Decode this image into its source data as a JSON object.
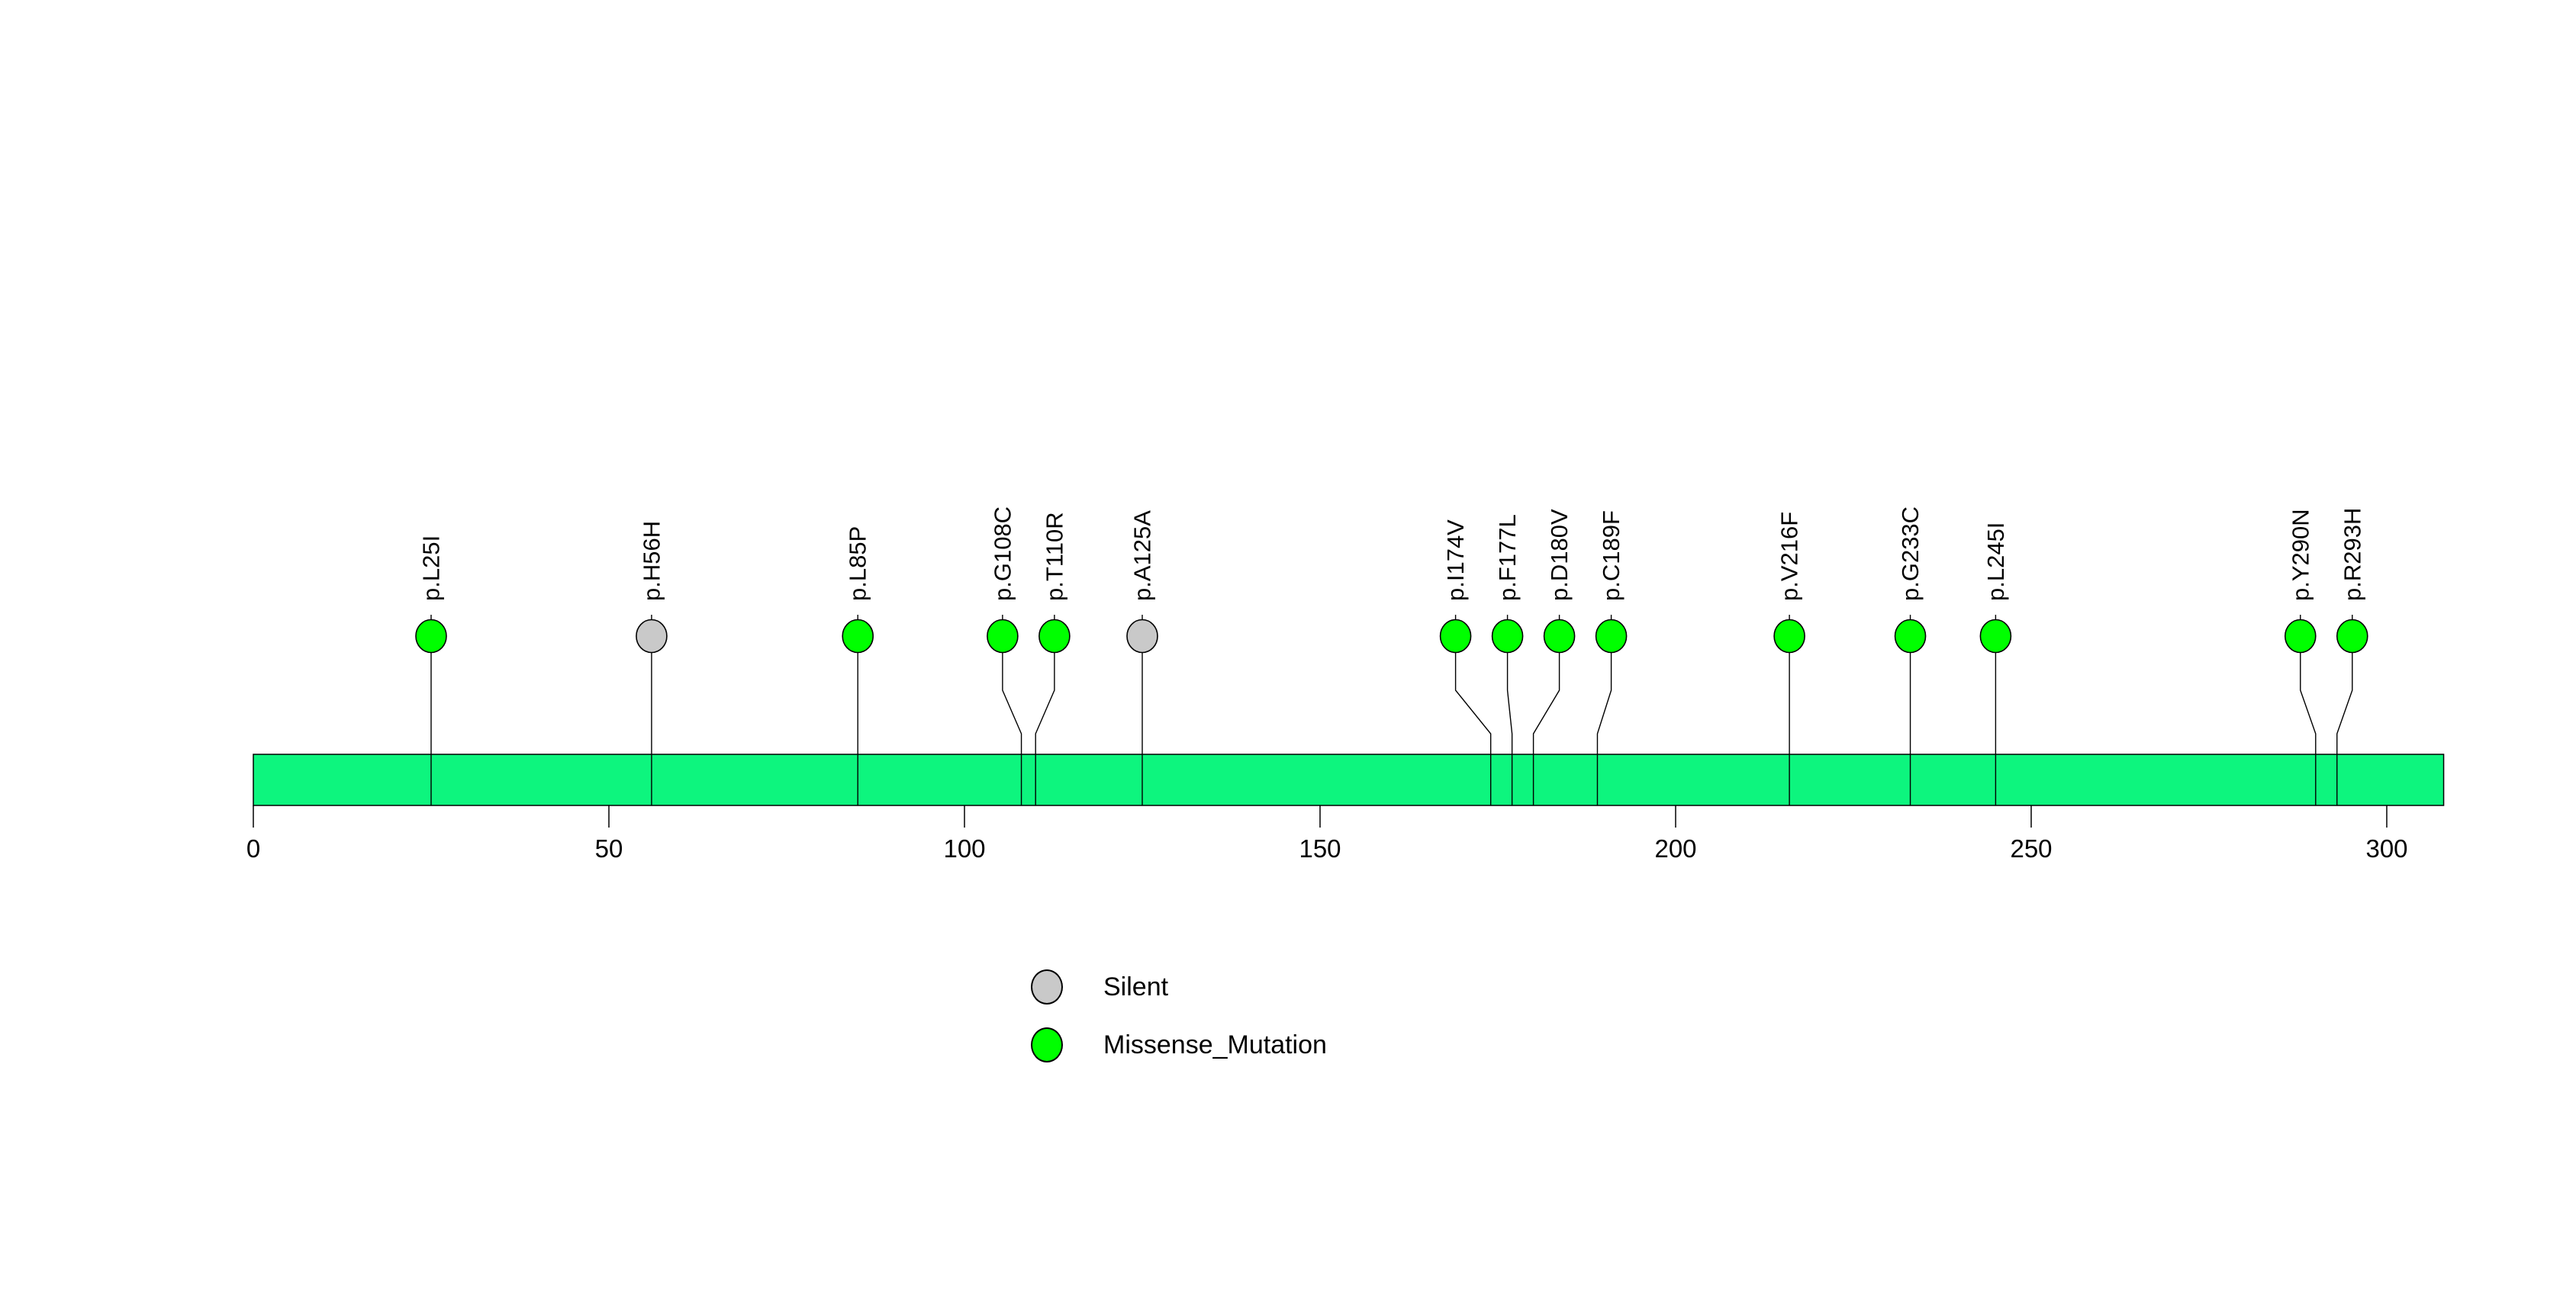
{
  "chart_data": {
    "type": "lollipop",
    "title": "",
    "xlabel": "",
    "ylabel": "",
    "protein_length_aa": 308,
    "xlim": [
      0,
      308
    ],
    "axis_ticks": [
      0,
      50,
      100,
      150,
      200,
      250,
      300
    ],
    "grid": false,
    "legend_position": "bottom-center",
    "mutations": [
      {
        "label": "p.L25I",
        "pos": 25,
        "type": "Missense_Mutation"
      },
      {
        "label": "p.H56H",
        "pos": 56,
        "type": "Silent"
      },
      {
        "label": "p.L85P",
        "pos": 85,
        "type": "Missense_Mutation"
      },
      {
        "label": "p.G108C",
        "pos": 108,
        "type": "Missense_Mutation"
      },
      {
        "label": "p.T110R",
        "pos": 110,
        "type": "Missense_Mutation"
      },
      {
        "label": "p.A125A",
        "pos": 125,
        "type": "Silent"
      },
      {
        "label": "p.I174V",
        "pos": 174,
        "type": "Missense_Mutation"
      },
      {
        "label": "p.F177L",
        "pos": 177,
        "type": "Missense_Mutation"
      },
      {
        "label": "p.D180V",
        "pos": 180,
        "type": "Missense_Mutation"
      },
      {
        "label": "p.C189F",
        "pos": 189,
        "type": "Missense_Mutation"
      },
      {
        "label": "p.V216F",
        "pos": 216,
        "type": "Missense_Mutation"
      },
      {
        "label": "p.G233C",
        "pos": 233,
        "type": "Missense_Mutation"
      },
      {
        "label": "p.L245I",
        "pos": 245,
        "type": "Missense_Mutation"
      },
      {
        "label": "p.Y290N",
        "pos": 290,
        "type": "Missense_Mutation"
      },
      {
        "label": "p.R293H",
        "pos": 293,
        "type": "Missense_Mutation"
      }
    ],
    "legend": [
      {
        "label": "Silent",
        "color": "#C9C9C9"
      },
      {
        "label": "Missense_Mutation",
        "color": "#00FF00"
      }
    ],
    "colors": {
      "backbone_bar": "#0DF57E",
      "Silent": "#C9C9C9",
      "Missense_Mutation": "#00FF00",
      "stick": "#000000",
      "text": "#000000",
      "background": "#FFFFFF"
    }
  }
}
